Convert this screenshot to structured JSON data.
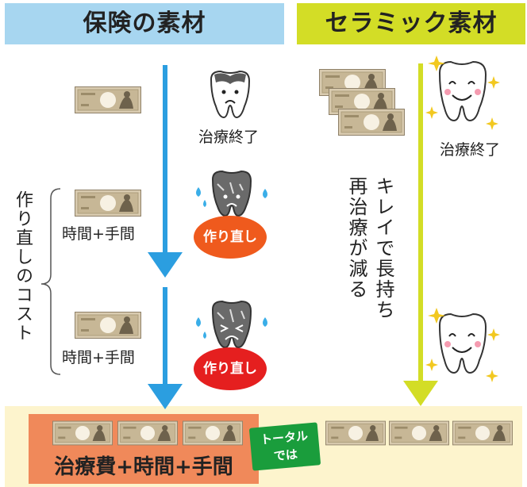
{
  "headers": {
    "insurance": "保険の素材",
    "ceramic": "セラミック素材"
  },
  "left_steps": {
    "treatment_done": "治療終了",
    "time_effort_1": "時間+手間",
    "time_effort_2": "時間+手間",
    "redo_1": "作り直し",
    "redo_2": "作り直し"
  },
  "remake_cost_label": "作り直しのコスト",
  "right_steps": {
    "treatment_done": "治療終了",
    "long_lasting": "キレイで長持ち",
    "less_retreatment": "再治療が減る"
  },
  "total": {
    "cost_label": "治療費+時間+手間",
    "badge_line1": "トータル",
    "badge_line2": "では"
  },
  "colors": {
    "insurance_header": "#a7d6f0",
    "ceramic_header": "#d3dd26",
    "blue_arrow": "#2b9ee0",
    "yellow_arrow": "#d3dd26",
    "redo_orange": "#ef5a1d",
    "redo_red": "#e51f1f",
    "total_band": "#fdf4cd",
    "cost_box": "#f0895a",
    "badge": "#1a9d3c"
  },
  "icons": [
    "yen-bill-icon",
    "tooth-worried-icon",
    "tooth-crying-icon",
    "tooth-happy-icon",
    "sparkle-icon"
  ]
}
